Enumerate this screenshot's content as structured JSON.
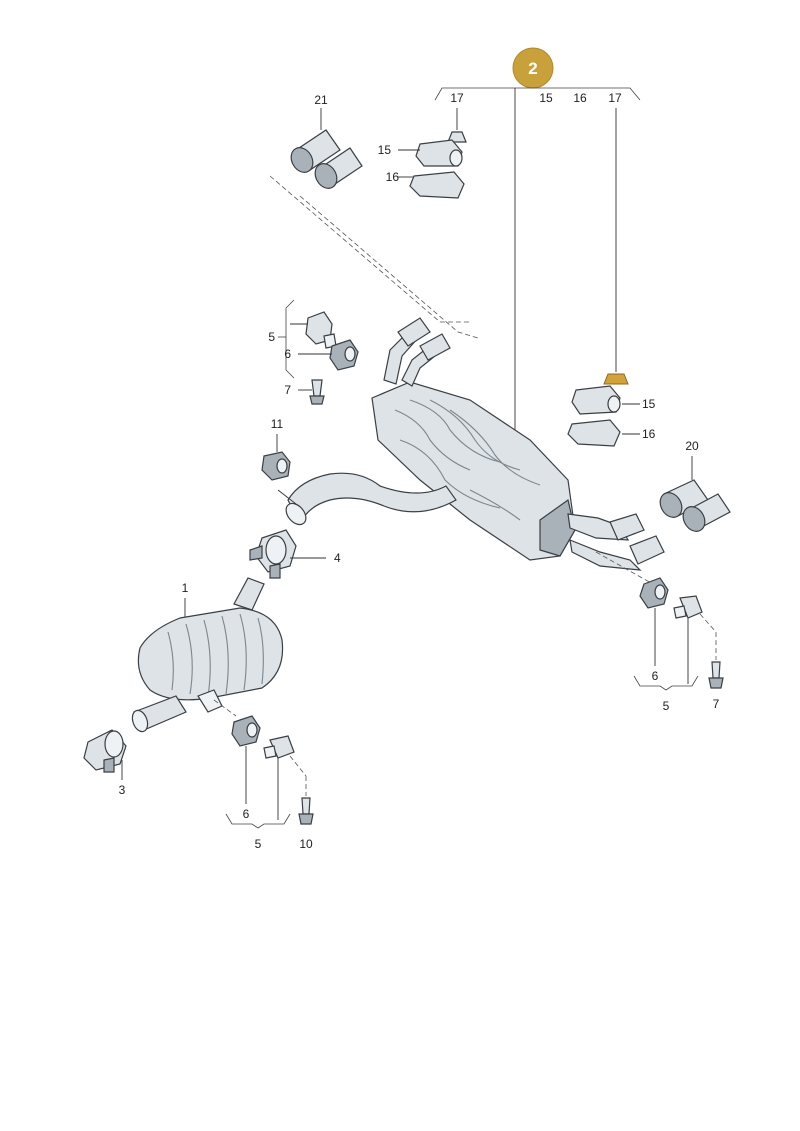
{
  "badge": {
    "text": "2",
    "color": "#c9a13a"
  },
  "callouts": {
    "c1": "1",
    "c2_15": "15",
    "c3": "3",
    "c4": "4",
    "c5_top": "5",
    "c5_right": "5",
    "c5_bottom": "5",
    "c6_top": "6",
    "c6_right": "6",
    "c6_bottom": "6",
    "c7_top": "7",
    "c7_right": "7",
    "c10": "10",
    "c11": "11",
    "c15_left": "15",
    "c15_right": "15",
    "c15_top": "15",
    "c16_left": "16",
    "c16_right": "16",
    "c16_top": "16",
    "c17_left": "17",
    "c17_right": "17",
    "c20": "20",
    "c21": "21"
  },
  "colors": {
    "part": "#dde3e7",
    "outline": "#3a3f44",
    "highlight_nut": "#d4a23a"
  }
}
